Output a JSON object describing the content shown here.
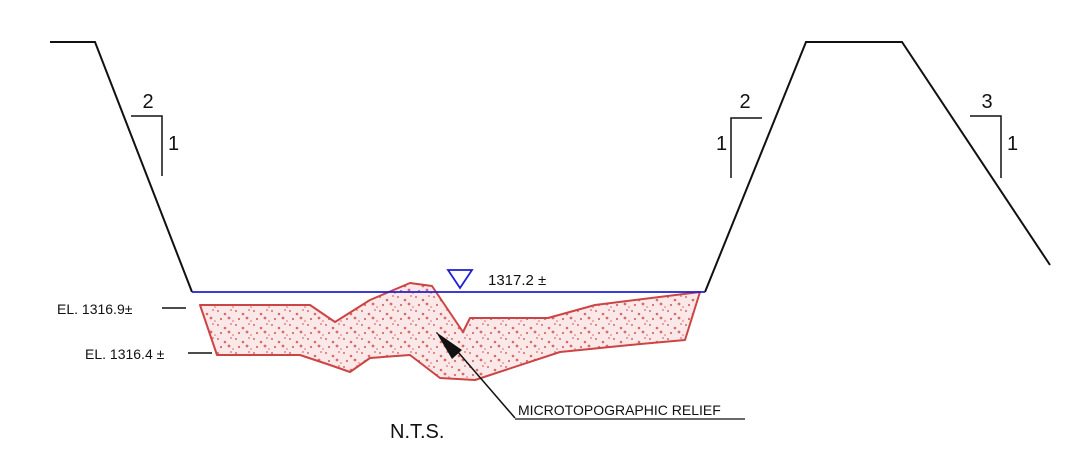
{
  "colors": {
    "line": "#111111",
    "water": "#1f1fd6",
    "fill_stroke": "#cc4444",
    "fill_speckle": "#d96a6a",
    "fill_bg": "#fbe9e9"
  },
  "slopes": {
    "left": {
      "run": "2",
      "rise": "1"
    },
    "mid": {
      "run": "2",
      "rise": "1"
    },
    "right": {
      "run": "3",
      "rise": "1"
    }
  },
  "water_surface": {
    "elevation": "1317.2 ±",
    "symbol": "water-surface-triangle-icon"
  },
  "elevations": {
    "upper": "EL. 1316.9±",
    "lower": "EL. 1316.4 ±"
  },
  "callout": "MICROTOPOGRAPHIC RELIEF",
  "scale_note": "N.T.S."
}
